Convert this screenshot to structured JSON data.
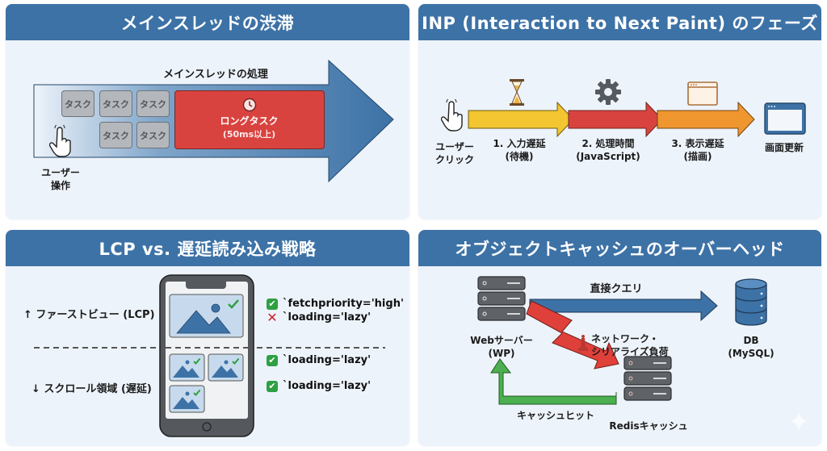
{
  "panels": {
    "main_thread": {
      "title": "メインスレッドの渋滞",
      "arrow_label": "メインスレッドの処理",
      "tasks": [
        "タスク",
        "タスク",
        "タスク",
        "タスク",
        "タスク"
      ],
      "long_task": {
        "label": "ロングタスク",
        "sub": "(50ms以上)"
      },
      "user_action": {
        "line1": "ユーザー",
        "line2": "操作"
      },
      "colors": {
        "arrow": "#3d72a6",
        "long_task": "#d9433f",
        "task": "#b4b8bd"
      }
    },
    "inp": {
      "title": "INP (Interaction to Next Paint) のフェーズ",
      "start": {
        "line1": "ユーザー",
        "line2": "クリック"
      },
      "phases": [
        {
          "line1": "1. 入力遅延",
          "line2": "(待機)",
          "icon": "hourglass-icon",
          "color": "#f2c531"
        },
        {
          "line1": "2. 処理時間",
          "line2": "(JavaScript)",
          "icon": "gear-icon",
          "color": "#d9433f"
        },
        {
          "line1": "3. 表示遅延",
          "line2": "(描画)",
          "icon": "browser-window-icon",
          "color": "#f0962e"
        }
      ],
      "end": {
        "label": "画面更新"
      }
    },
    "lcp": {
      "title": "LCP vs. 遅延読み込み戦略",
      "above_fold": "↑ ファーストビュー (LCP)",
      "below_fold": "↓ スクロール領域 (遅延)",
      "rules_above": [
        {
          "status": "ok",
          "text": "`fetchpriority='high'"
        },
        {
          "status": "ng",
          "text": "`loading='lazy'"
        }
      ],
      "rules_below": [
        {
          "status": "ok",
          "text": "`loading='lazy'"
        },
        {
          "status": "ok",
          "text": "`loading='lazy'"
        }
      ]
    },
    "object_cache": {
      "title": "オブジェクトキャッシュのオーバーヘッド",
      "web_server": {
        "line1": "Webサーバー",
        "line2": "(WP)"
      },
      "db": {
        "line1": "DB",
        "line2": "(MySQL)"
      },
      "redis": {
        "label": "Redisキャッシュ"
      },
      "direct_query": "直接クエリ",
      "overhead": {
        "line1": "ネットワーク・",
        "line2": "シリアライズ負荷"
      },
      "cache_hit": "キャッシュヒット",
      "colors": {
        "direct": "#3d72a6",
        "overhead": "#e0403a",
        "hit": "#4caf50"
      }
    }
  }
}
